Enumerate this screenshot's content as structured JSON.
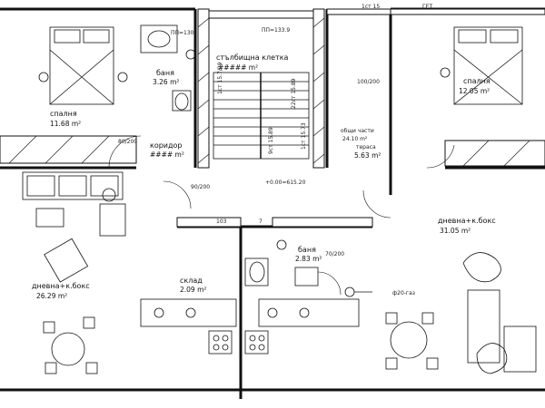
{
  "rooms": {
    "bedroom_left": {
      "name": "спалня",
      "area": "11.68 m²"
    },
    "bedroom_right": {
      "name": "спалня",
      "area": "12.05 m²"
    },
    "bath_top": {
      "name": "баня",
      "area": "3.26 m²"
    },
    "stair": {
      "name": "стълбищна клетка",
      "area": "##### m²"
    },
    "corridor": {
      "name": "коридор",
      "area": "#### m²"
    },
    "common": {
      "name": "общи части",
      "area": "24.10 m²"
    },
    "terrace": {
      "name": "тераса",
      "area": "5.63 m²"
    },
    "living_left": {
      "name": "дневна+к.бокс",
      "area": "26.29 m²"
    },
    "living_right": {
      "name": "дневна+к.бокс",
      "area": "31.05 m²"
    },
    "storage": {
      "name": "склад",
      "area": "2.09 m²"
    },
    "bath_mid": {
      "name": "баня",
      "area": "2.83 m²"
    }
  },
  "marks": {
    "pp_left": "ПП=130",
    "pp_mid": "ПП=133.9",
    "level": "+0.00=615.20",
    "gas": "ф20-газ",
    "top_right": "ГЕТ",
    "top_mark": "1ст 15",
    "door_80_200": "80/200",
    "door_90_200": "90/200",
    "door_70_200": "70/200",
    "door_100_200": "100/200",
    "dim_103": "103",
    "dim_7": "7",
    "stair_1": "1ст 15.7/29",
    "stair_2": "9ст 15.89",
    "stair_3": "22ст 15.89",
    "stair_4": "1ст 15.73"
  }
}
